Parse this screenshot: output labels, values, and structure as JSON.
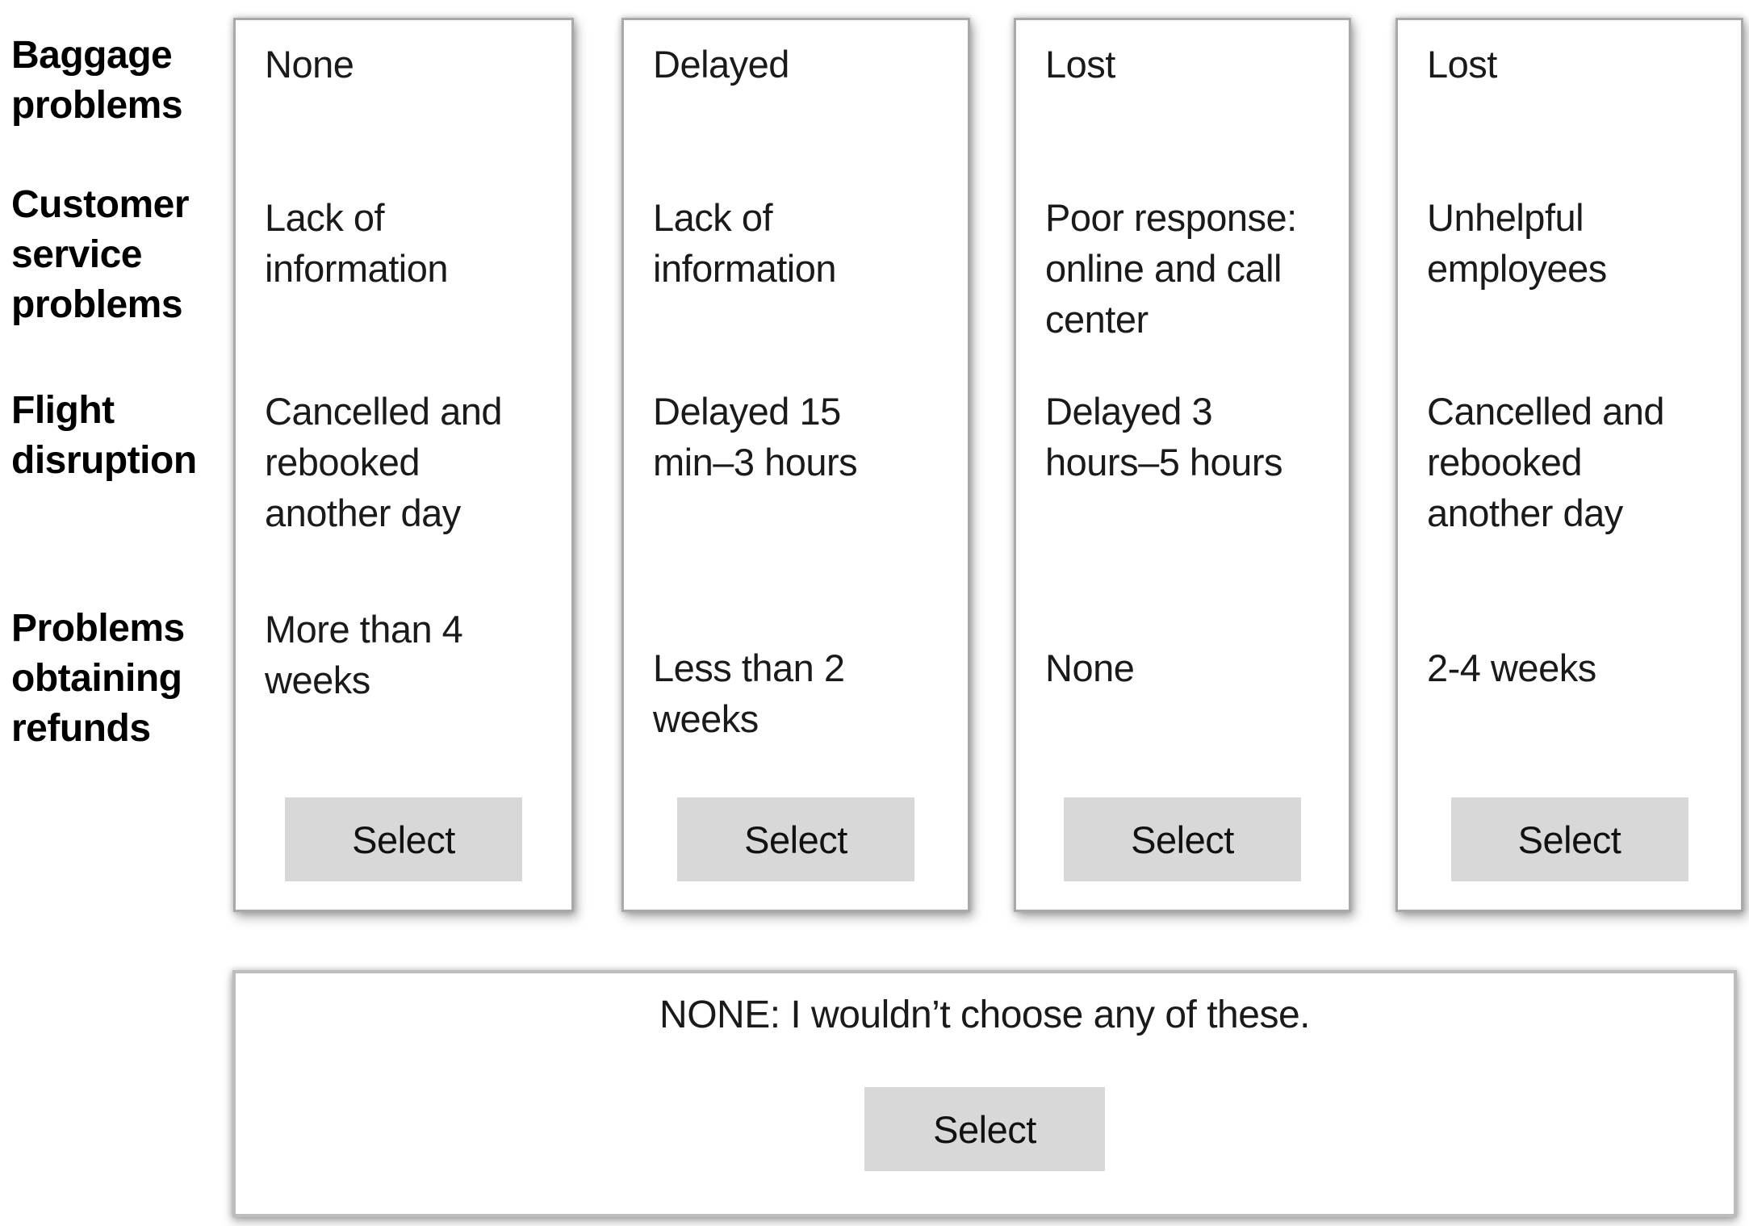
{
  "attributes": {
    "baggage": "Baggage\nproblems",
    "customer_service": "Customer\nservice\nproblems",
    "flight": "Flight\ndisruption",
    "refunds": "Problems\nobtaining\nrefunds"
  },
  "options": [
    {
      "baggage": "None",
      "customer_service": "Lack of\ninformation",
      "flight": "Cancelled and\nrebooked\nanother day",
      "refunds": "More than 4\nweeks",
      "select_label": "Select"
    },
    {
      "baggage": "Delayed",
      "customer_service": "Lack of\ninformation",
      "flight": "Delayed 15\nmin–3 hours",
      "refunds": "Less than 2\nweeks",
      "select_label": "Select"
    },
    {
      "baggage": "Lost",
      "customer_service": "Poor response:\nonline and call\ncenter",
      "flight": "Delayed 3\nhours–5 hours",
      "refunds": "None",
      "select_label": "Select"
    },
    {
      "baggage": "Lost",
      "customer_service": "Unhelpful\nemployees",
      "flight": "Cancelled and\nrebooked\nanother day",
      "refunds": "2-4 weeks",
      "select_label": "Select"
    }
  ],
  "none_option": {
    "text": "NONE: I wouldn’t choose any of these.",
    "select_label": "Select"
  },
  "colors": {
    "page_background": "#ffffff",
    "card_border": "#a9a9a9",
    "none_box_border": "#bdbdbd",
    "select_button_background": "#d8d8d8",
    "label_text": "#000000",
    "value_text": "#1a1a1a"
  }
}
